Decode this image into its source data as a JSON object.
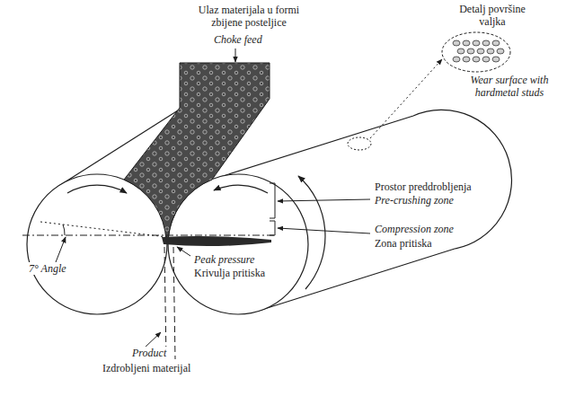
{
  "diagram": {
    "labels": [
      "Ulaz materijala u formi zbijene posteljice",
      "Choke feed",
      "Detalj površine valjka",
      "Wear surface with hardmetal studs",
      "Prostor preddrobljenja",
      "Pre-crushing zone",
      "Compression zone",
      "Zona pritiska",
      "7° Angle",
      "Peak pressure",
      "Krivulja pritiska",
      "Product",
      "Izdrobljeni materijal"
    ]
  }
}
